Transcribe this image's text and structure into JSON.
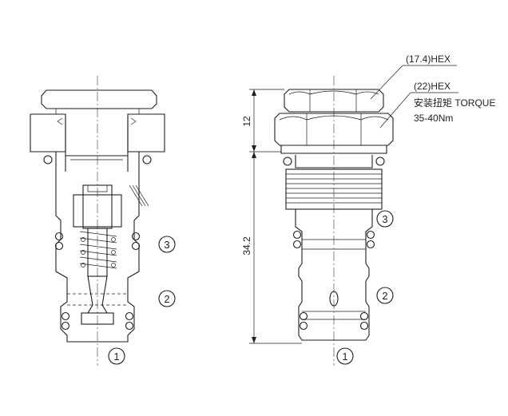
{
  "annotations": {
    "hex_small": "(17.4)HEX",
    "hex_large": "(22)HEX",
    "torque_label": "安装扭矩 TORQUE",
    "torque_value": "35-40Nm"
  },
  "dimensions": {
    "upper": "12",
    "lower": "34.2"
  },
  "ports": {
    "section": {
      "p1": "1",
      "p2": "2",
      "p3": "3"
    },
    "exterior": {
      "p1": "1",
      "p2": "2",
      "p3": "3"
    }
  }
}
